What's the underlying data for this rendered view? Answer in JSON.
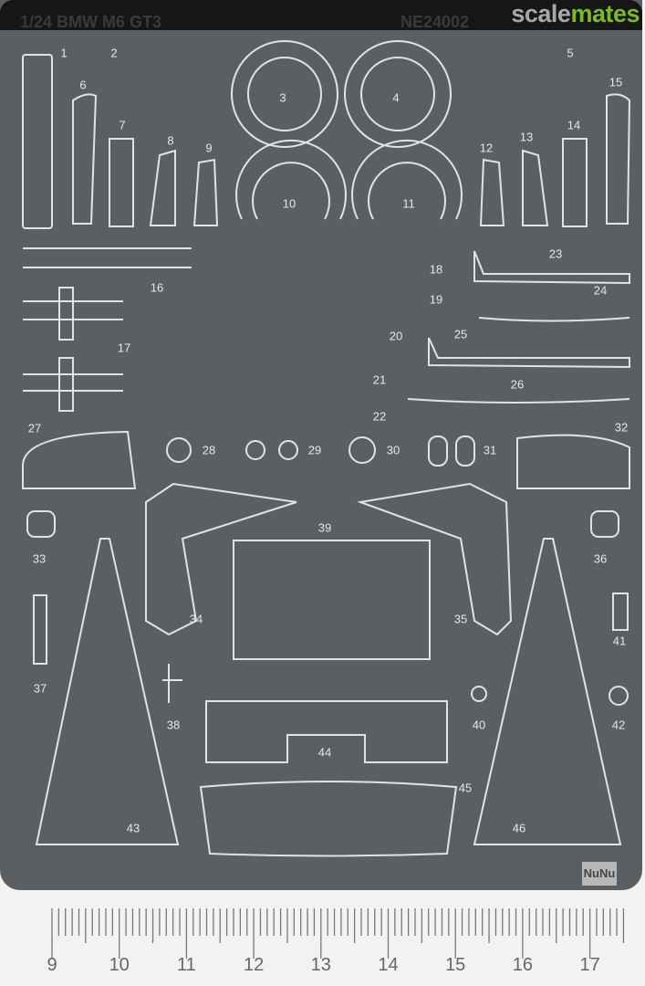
{
  "sheet": {
    "title": "1/24 BMW M6 GT3",
    "code": "NE24002",
    "maker_logo": "NuNu"
  },
  "watermark": {
    "part1": "scale",
    "part2": "mates"
  },
  "part_numbers": [
    "1",
    "2",
    "3",
    "4",
    "5",
    "6",
    "7",
    "8",
    "9",
    "10",
    "11",
    "12",
    "13",
    "14",
    "15",
    "16",
    "17",
    "18",
    "19",
    "20",
    "21",
    "22",
    "23",
    "24",
    "25",
    "26",
    "27",
    "28",
    "29",
    "30",
    "31",
    "32",
    "33",
    "34",
    "35",
    "36",
    "37",
    "38",
    "39",
    "40",
    "41",
    "42",
    "43",
    "44",
    "45",
    "46"
  ],
  "ruler": {
    "labels": [
      "9",
      "10",
      "11",
      "12",
      "13",
      "14",
      "15",
      "16",
      "17"
    ]
  },
  "colors": {
    "sheet": "#5c5f62",
    "etch": "#e0e0e0",
    "logo_green": "#7cb82f"
  }
}
